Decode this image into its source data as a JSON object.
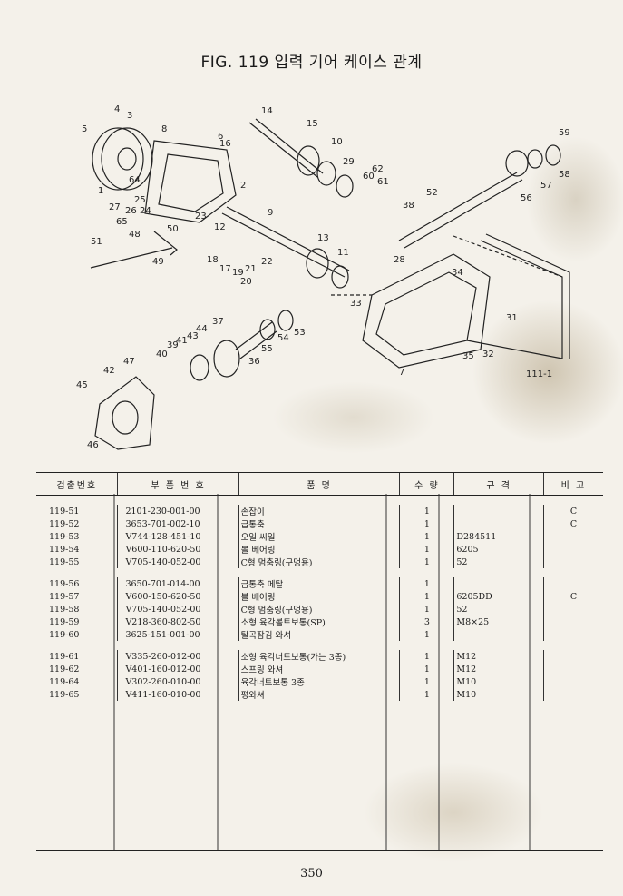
{
  "figure": {
    "title": "FIG. 119 입력 기어 케이스 관계"
  },
  "diagram_callouts": [
    "1",
    "2",
    "3",
    "4",
    "5",
    "6",
    "7",
    "8",
    "9",
    "10",
    "11",
    "12",
    "13",
    "14",
    "15",
    "16",
    "17",
    "18",
    "19",
    "20",
    "21",
    "22",
    "23",
    "24",
    "25",
    "26",
    "27",
    "28",
    "29",
    "31",
    "32",
    "33",
    "34",
    "35",
    "36",
    "37",
    "38",
    "39",
    "40",
    "41",
    "42",
    "43",
    "44",
    "45",
    "46",
    "47",
    "48",
    "49",
    "50",
    "51",
    "52",
    "53",
    "54",
    "55",
    "56",
    "57",
    "58",
    "59",
    "60",
    "61",
    "62",
    "64",
    "65",
    "111-1"
  ],
  "table": {
    "headers": [
      "검출번호",
      "부 품 번 호",
      "품 명",
      "수 량",
      "규 격",
      "비 고"
    ],
    "groups": [
      [
        {
          "no": "119-51",
          "part": "2101-230-001-00",
          "name": "손잡이",
          "qty": "1",
          "spec": "",
          "note": "C"
        },
        {
          "no": "119-52",
          "part": "3653-701-002-10",
          "name": "급통축",
          "qty": "1",
          "spec": "",
          "note": "C"
        },
        {
          "no": "119-53",
          "part": "V744-128-451-10",
          "name": "오일 씨일",
          "qty": "1",
          "spec": "D284511",
          "note": ""
        },
        {
          "no": "119-54",
          "part": "V600-110-620-50",
          "name": "볼 베어링",
          "qty": "1",
          "spec": "6205",
          "note": ""
        },
        {
          "no": "119-55",
          "part": "V705-140-052-00",
          "name": "C형 멈춤링(구멍용)",
          "qty": "1",
          "spec": "52",
          "note": ""
        }
      ],
      [
        {
          "no": "119-56",
          "part": "3650-701-014-00",
          "name": "급통축 메탈",
          "qty": "1",
          "spec": "",
          "note": ""
        },
        {
          "no": "119-57",
          "part": "V600-150-620-50",
          "name": "볼 베어링",
          "qty": "1",
          "spec": "6205DD",
          "note": "C"
        },
        {
          "no": "119-58",
          "part": "V705-140-052-00",
          "name": "C형 멈춤링(구멍용)",
          "qty": "1",
          "spec": "52",
          "note": ""
        },
        {
          "no": "119-59",
          "part": "V218-360-802-50",
          "name": "소형 육각볼트보통(SP)",
          "qty": "3",
          "spec": "M8×25",
          "note": ""
        },
        {
          "no": "119-60",
          "part": "3625-151-001-00",
          "name": "탈곡잠김 와셔",
          "qty": "1",
          "spec": "",
          "note": ""
        }
      ],
      [
        {
          "no": "119-61",
          "part": "V335-260-012-00",
          "name": "소형 육각너트보통(가는 3종)",
          "qty": "1",
          "spec": "M12",
          "note": ""
        },
        {
          "no": "119-62",
          "part": "V401-160-012-00",
          "name": "스프링 와셔",
          "qty": "1",
          "spec": "M12",
          "note": ""
        },
        {
          "no": "119-64",
          "part": "V302-260-010-00",
          "name": "육각너트보통 3종",
          "qty": "1",
          "spec": "M10",
          "note": ""
        },
        {
          "no": "119-65",
          "part": "V411-160-010-00",
          "name": "평와셔",
          "qty": "1",
          "spec": "M10",
          "note": ""
        }
      ]
    ]
  },
  "page_number": "350"
}
